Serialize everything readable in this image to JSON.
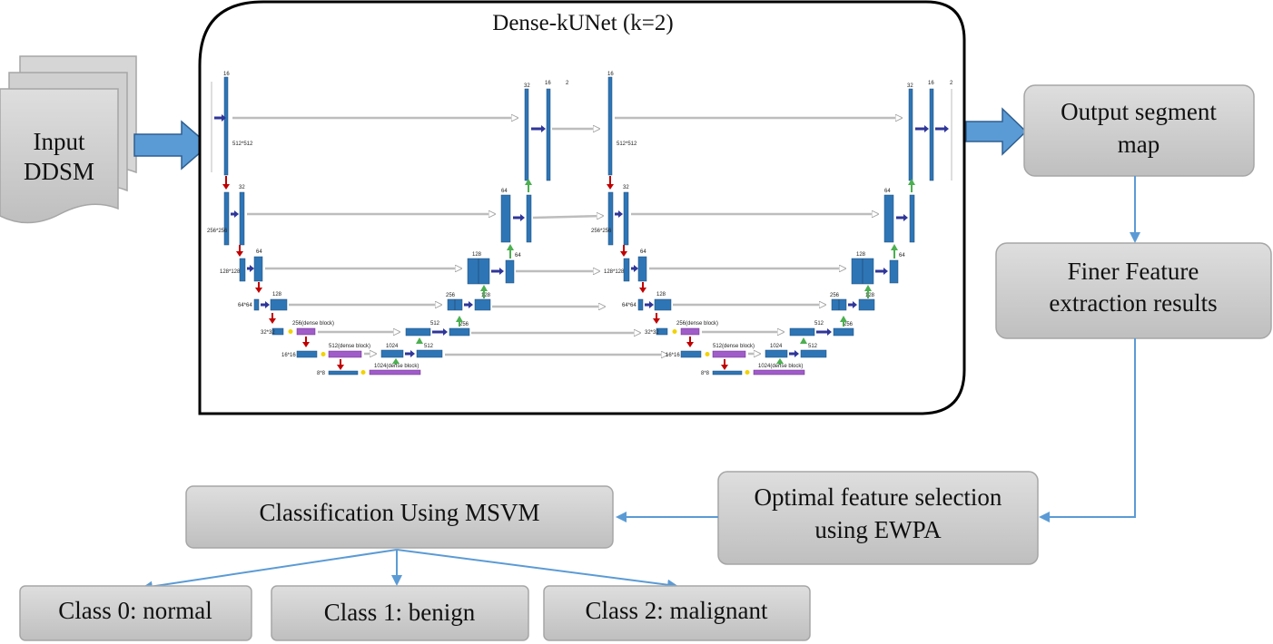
{
  "dense_kunet": {
    "title": "Dense-kUNet (k=2)",
    "left_unet": {
      "channels_top": [
        "16",
        "32",
        "16",
        "2"
      ],
      "res_512": "512*512",
      "res_256": "256*256",
      "res_128": "128*128",
      "res_64": "64*64",
      "res_32": "32*32",
      "res_16": "16*16",
      "res_8": "8*8",
      "ch_32": "32",
      "ch_64": "64",
      "ch_64b": "64",
      "ch_64c": "64",
      "ch_128": "128",
      "ch_128b": "128",
      "ch_128c": "128",
      "ch_256": "256",
      "ch_256b": "256",
      "ch_256dense": "256(dense block)",
      "ch_512": "512",
      "ch_512b": "512",
      "ch_512dense": "512(dense block)",
      "ch_1024": "1024",
      "ch_1024dense": "1024(dense block)"
    },
    "right_unet": {
      "channels_top": [
        "16",
        "32",
        "16",
        "2"
      ],
      "res_512": "512*512",
      "res_256": "256*256",
      "res_128": "128*128",
      "res_64": "64*64",
      "res_32": "32*32",
      "res_16": "16*16",
      "res_8": "8*8",
      "ch_32": "32",
      "ch_64": "64",
      "ch_64b": "64",
      "ch_64c": "64",
      "ch_128": "128",
      "ch_128b": "128",
      "ch_128c": "128",
      "ch_256": "256",
      "ch_256b": "256",
      "ch_256dense": "256(dense block)",
      "ch_512": "512",
      "ch_512b": "512",
      "ch_512dense": "512(dense block)",
      "ch_1024": "1024",
      "ch_1024dense": "1024(dense block)"
    }
  },
  "input": {
    "line1": "Input",
    "line2": "DDSM"
  },
  "output_segment": {
    "line1": "Output segment",
    "line2": "map"
  },
  "finer_feature": {
    "line1": "Finer Feature",
    "line2": "extraction results"
  },
  "optimal_feature": {
    "line1": "Optimal feature selection",
    "line2": "using EWPA"
  },
  "classification": {
    "label": "Classification Using MSVM"
  },
  "classes": [
    {
      "label": "Class 0: normal"
    },
    {
      "label": "Class 1: benign"
    },
    {
      "label": "Class 2: malignant"
    }
  ],
  "colors": {
    "box_fill": "#c9c9c9",
    "box_fill_light": "#d9d9d9",
    "box_stroke": "#a6a6a6",
    "arrow_blue": "#5b9bd5",
    "block_blue": "#2e75b6",
    "dense_purple": "#a05cc8",
    "down_red": "#c00000",
    "up_green": "#4caf50",
    "skip_gray": "#bdbdbd",
    "forward_navy": "#2f3699"
  }
}
